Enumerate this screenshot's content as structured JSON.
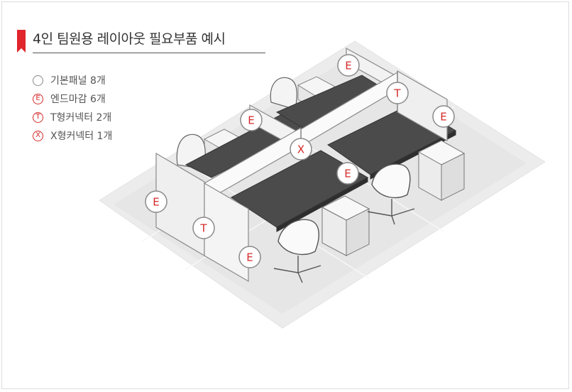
{
  "title": "4인 팀원용 레이아웃 필요부품 예시",
  "legend": [
    {
      "mark": "",
      "label": "기본패널 8개"
    },
    {
      "mark": "E",
      "label": "엔드마감 6개"
    },
    {
      "mark": "T",
      "label": "T형커넥터 2개"
    },
    {
      "mark": "X",
      "label": "X형커넥터 1개"
    }
  ],
  "markers": {
    "e1": "E",
    "e2": "E",
    "e3": "E",
    "e4": "E",
    "e5": "E",
    "e6": "E",
    "t1": "T",
    "t2": "T",
    "x1": "X"
  },
  "colors": {
    "accent": "#e0252c",
    "marker": "#d52a2a",
    "panel": "#f0f0f0",
    "desk_top": "#4a4a4a",
    "floor": "#ebebeb"
  }
}
